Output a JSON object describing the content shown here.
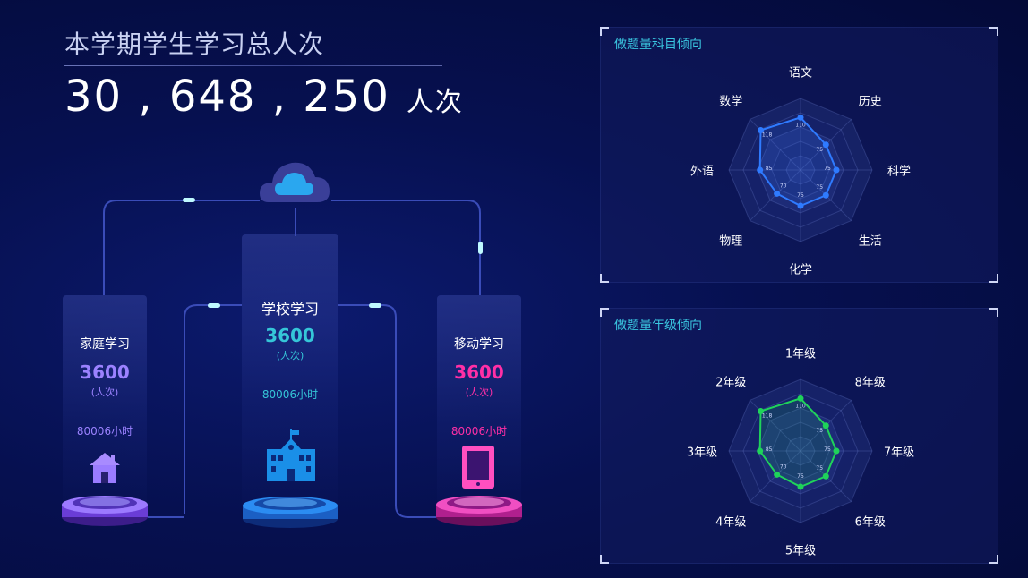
{
  "header": {
    "title": "本学期学生学习总人次",
    "total": "30 , 648 , 250",
    "unit": "人次"
  },
  "cards": {
    "home": {
      "name": "家庭学习",
      "count": "3600",
      "unit": "(人次)",
      "hours": "80006小时",
      "icon": "house-icon",
      "color": "#9b82ff"
    },
    "school": {
      "name": "学校学习",
      "count": "3600",
      "unit": "(人次)",
      "hours": "80006小时",
      "icon": "school-icon",
      "color": "#35c6d8"
    },
    "mobile": {
      "name": "移动学习",
      "count": "3600",
      "unit": "(人次)",
      "hours": "80006小时",
      "icon": "tablet-icon",
      "color": "#ff2fa6"
    }
  },
  "cloud": {
    "icon": "cloud-icon"
  },
  "subject_panel": {
    "title": "做题量科目倾向",
    "labels": [
      "语文",
      "历史",
      "科学",
      "生活",
      "化学",
      "物理",
      "外语",
      "数学"
    ],
    "values": [
      110,
      75,
      75,
      75,
      75,
      70,
      85,
      118
    ],
    "color": "#2f7bff"
  },
  "grade_panel": {
    "title": "做题量年级倾向",
    "labels": [
      "1年级",
      "8年级",
      "7年级",
      "6年级",
      "5年级",
      "4年级",
      "3年级",
      "2年级"
    ],
    "values": [
      110,
      75,
      75,
      75,
      75,
      70,
      85,
      118
    ],
    "color": "#1fd35a"
  }
}
